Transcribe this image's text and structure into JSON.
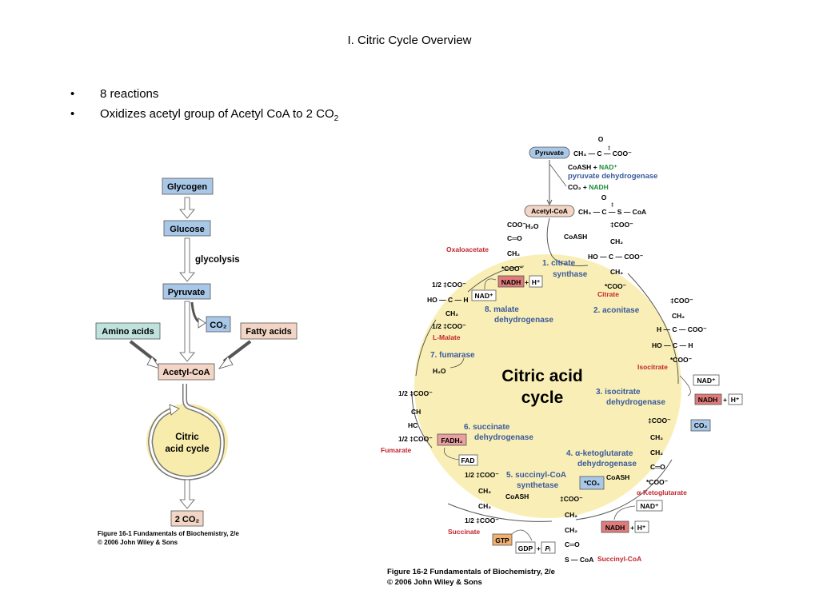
{
  "slide": {
    "title": "I.  Citric Cycle Overview",
    "bullets": [
      {
        "text": "8 reactions"
      },
      {
        "text": "Oxidizes acetyl group of Acetyl CoA to 2 CO",
        "sub": "2"
      }
    ],
    "bullet_glyph": "•"
  },
  "figure1": {
    "nodes": {
      "glycogen": "Glycogen",
      "glucose": "Glucose",
      "pyruvate": "Pyruvate",
      "co2": "CO₂",
      "amino_acids": "Amino acids",
      "fatty_acids": "Fatty acids",
      "acetyl_coa": "Acetyl-CoA",
      "cycle_line1": "Citric",
      "cycle_line2": "acid cycle",
      "two_co2": "2 CO₂"
    },
    "glycolysis_label": "glycolysis",
    "caption_line1": "Figure 16-1  Fundamentals of Biochemistry, 2/e",
    "caption_line2": "© 2006 John Wiley & Sons",
    "colors": {
      "blue_box": "#a9c8e8",
      "tan_box": "#f2d5c4",
      "green_box": "#bfe3dc",
      "cycle_fill": "#f7ecab"
    }
  },
  "figure2": {
    "center_line1": "Citric acid",
    "center_line2": "cycle",
    "pyruvate": {
      "label": "Pyruvate",
      "formula": "CH₃ — C — COO⁻",
      "carbonyl_o": "O",
      "dagger": "‡",
      "coash_nad": "CoASH + ",
      "nad": "NAD⁺",
      "enzyme": "pyruvate dehydrogenase",
      "co2_nadh": "CO₂ + ",
      "nadh": "NADH"
    },
    "acetyl": {
      "label": "Acetyl-CoA",
      "formula": "CH₃ — C — S — CoA",
      "carbonyl_o": "O",
      "dagger": "‡"
    },
    "oxaloacetate": {
      "name": "Oxaloacetate",
      "lines": [
        "COO⁻",
        "C═O",
        "CH₂",
        "*COO⁻"
      ]
    },
    "h2o_top": "H₂O",
    "coash_top": "CoASH",
    "citrate": {
      "name": "Citrate",
      "lines": [
        "‡COO⁻",
        "CH₂",
        "HO — C — COO⁻",
        "CH₂",
        "*COO⁻"
      ]
    },
    "isocitrate": {
      "name": "Isocitrate",
      "lines": [
        "‡COO⁻",
        "CH₂",
        "H — C — COO⁻",
        "HO — C — H",
        "*COO⁻"
      ]
    },
    "alpha_kg": {
      "name": "α-Ketoglutarate",
      "lines": [
        "‡COO⁻",
        "CH₂",
        "CH₂",
        "C═O",
        "*COO⁻"
      ]
    },
    "succinyl_coa": {
      "name": "Succinyl-CoA",
      "lines": [
        "‡COO⁻",
        "CH₂",
        "CH₂",
        "C═O",
        "S — CoA"
      ]
    },
    "succinate": {
      "name": "Succinate",
      "lines": [
        "1/2 ‡COO⁻",
        "CH₂",
        "CH₂",
        "1/2 ‡COO⁻"
      ]
    },
    "fumarate": {
      "name": "Fumarate",
      "lines": [
        "1/2 ‡COO⁻",
        "CH",
        "HC",
        "1/2 ‡COO⁻"
      ]
    },
    "malate": {
      "name": "L-Malate",
      "lines": [
        "1/2 ‡COO⁻",
        "HO — C — H",
        "CH₂",
        "1/2 ‡COO⁻"
      ]
    },
    "enzymes": {
      "e1_num": "1.",
      "e1_a": "citrate",
      "e1_b": "synthase",
      "e2_num": "2.",
      "e2_a": "aconitase",
      "e3_num": "3.",
      "e3_a": "isocitrate",
      "e3_b": "dehydrogenase",
      "e4_num": "4.",
      "e4_a": "α-ketoglutarate",
      "e4_b": "dehydrogenase",
      "e5_num": "5.",
      "e5_a": "succinyl-CoA",
      "e5_b": "synthetase",
      "e6_num": "6.",
      "e6_a": "succinate",
      "e6_b": "dehydrogenase",
      "e7_num": "7.",
      "e7_a": "fumarase",
      "e8_num": "8.",
      "e8_a": "malate",
      "e8_b": "dehydrogenase"
    },
    "cofactors": {
      "nad": "NAD⁺",
      "nadh": "NADH",
      "h_plus": "H⁺",
      "plus": "+",
      "co2": "CO₂",
      "star_co2": "*CO₂",
      "coash": "CoASH",
      "fad": "FAD",
      "fadh2": "FADH₂",
      "gtp": "GTP",
      "gdp": "GDP",
      "pi": "Pᵢ",
      "h2o": "H₂O"
    },
    "caption_line1": "Figure 16-2  Fundamentals of Biochemistry, 2/e",
    "caption_line2": "© 2006 John Wiley & Sons",
    "colors": {
      "cycle_fill": "#f9efb6",
      "enzyme_blue": "#3a5a9c",
      "name_red": "#c0262d",
      "green": "#1f8a3a",
      "nadh_fill": "#e07b7b",
      "fadh_fill": "#e8a0a0",
      "gtp_fill": "#f0b070",
      "co2_fill": "#a9c8e8"
    }
  }
}
